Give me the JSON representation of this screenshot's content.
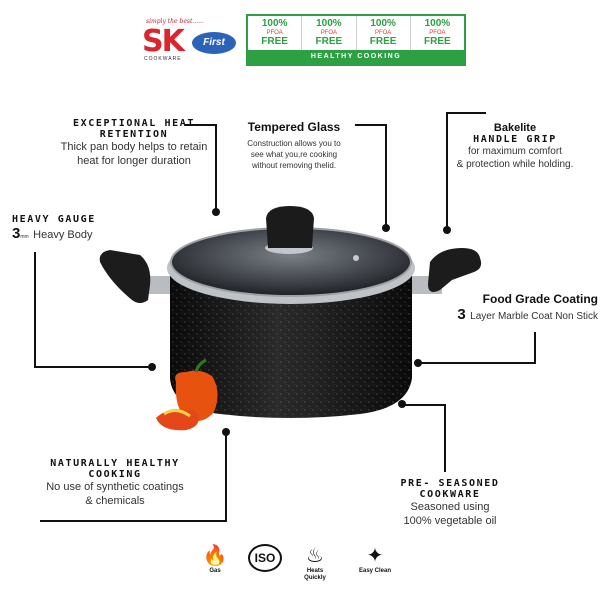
{
  "logo": {
    "tagline": "simply the best......",
    "brand": "SK",
    "brand_sub": "COOKWARE",
    "badge": "First"
  },
  "pfoa": {
    "cells": [
      {
        "top": "100%",
        "mid": "PFOA",
        "bottom": "FREE"
      },
      {
        "top": "100%",
        "mid": "PFOA",
        "bottom": "FREE"
      },
      {
        "top": "100%",
        "mid": "PFOA",
        "bottom": "FREE"
      },
      {
        "top": "100%",
        "mid": "PFOA",
        "bottom": "FREE"
      }
    ],
    "banner": "HEALTHY COOKING"
  },
  "features": {
    "heat": {
      "title1": "EXCEPTIONAL HEAT",
      "title2": "RETENTION",
      "body1": "Thick pan body helps to retain",
      "body2": "heat for longer duration"
    },
    "glass": {
      "title": "Tempered Glass",
      "body1": "Construction allows you to",
      "body2": "see what you,re cooking",
      "body3": "without removing thelid."
    },
    "handle": {
      "title1": "Bakelite",
      "title2": "HANDLE GRIP",
      "body1": "for maximum comfort",
      "body2": "& protection while holding."
    },
    "gauge": {
      "title": "HEAVY GAUGE",
      "num": "3",
      "unit": "mm",
      "body": "Heavy Body"
    },
    "coating": {
      "title": "Food Grade Coating",
      "num": "3",
      "body": "Layer Marble Coat Non Stick"
    },
    "healthy": {
      "title1": "NATURALLY HEALTHY",
      "title2": "COOKING",
      "body1": "No use of synthetic coatings",
      "body2": "& chemicals"
    },
    "seasoned": {
      "title1": "PRE- SEASONED",
      "title2": "COOKWARE",
      "body1": "Seasoned using",
      "body2": "100% vegetable oil"
    }
  },
  "icons": [
    {
      "name": "flame-icon",
      "glyph": "🔥",
      "label1": "Gas",
      "label2": ""
    },
    {
      "name": "iso-icon",
      "glyph": "ISO",
      "label1": "",
      "label2": ""
    },
    {
      "name": "heat-waves-icon",
      "glyph": "♨",
      "label1": "Heats",
      "label2": "Quickly"
    },
    {
      "name": "easy-clean-icon",
      "glyph": "✦",
      "label1": "Easy Clean",
      "label2": ""
    }
  ],
  "colors": {
    "green": "#2ca043",
    "red": "#d9252b",
    "pot": "#141414",
    "handle": "#1c1c1c",
    "pepper": "#e8520f"
  }
}
